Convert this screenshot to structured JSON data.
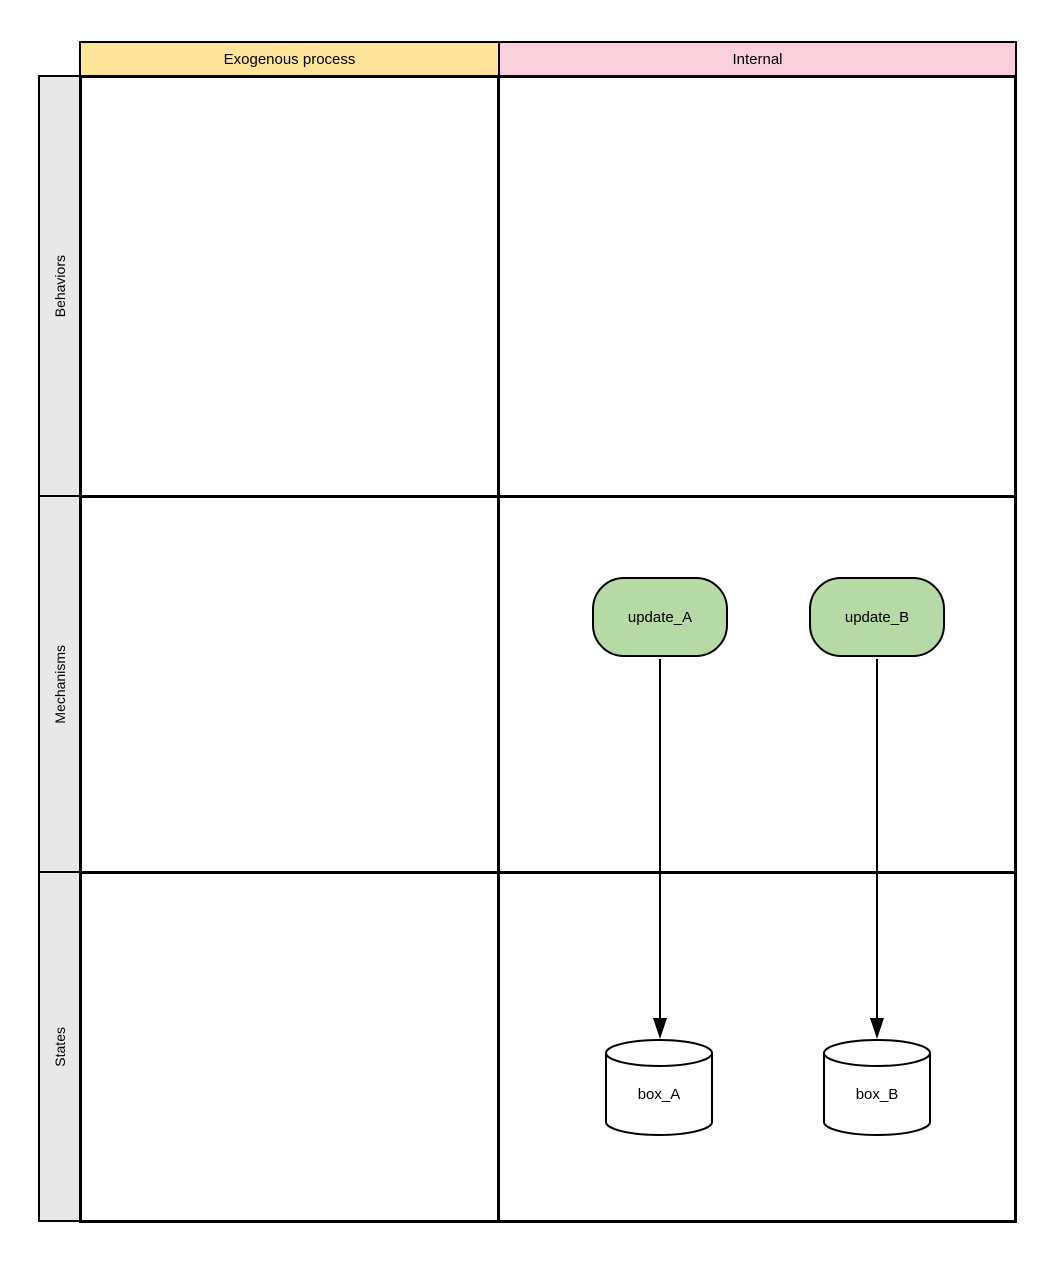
{
  "diagram": {
    "header": {
      "columns": [
        {
          "label": "Exogenous process",
          "color": "#ffe599"
        },
        {
          "label": "Internal",
          "color": "#f9cfdc"
        }
      ]
    },
    "rows": [
      {
        "label": "Behaviors"
      },
      {
        "label": "Mechanisms"
      },
      {
        "label": "States"
      }
    ],
    "row_label_bg": "#e8e8e8",
    "nodes": {
      "update_a": {
        "label": "update_A",
        "type": "rounded-process",
        "fill": "#b7d9a6",
        "row": "Mechanisms",
        "column": "Internal"
      },
      "update_b": {
        "label": "update_B",
        "type": "rounded-process",
        "fill": "#b7d9a6",
        "row": "Mechanisms",
        "column": "Internal"
      },
      "box_a": {
        "label": "box_A",
        "type": "cylinder",
        "fill": "#ffffff",
        "row": "States",
        "column": "Internal"
      },
      "box_b": {
        "label": "box_B",
        "type": "cylinder",
        "fill": "#ffffff",
        "row": "States",
        "column": "Internal"
      }
    },
    "edges": [
      {
        "from": "update_A",
        "to": "box_A",
        "style": "solid-arrow-down"
      },
      {
        "from": "update_B",
        "to": "box_B",
        "style": "solid-arrow-down"
      }
    ],
    "line_color": "#000000"
  }
}
